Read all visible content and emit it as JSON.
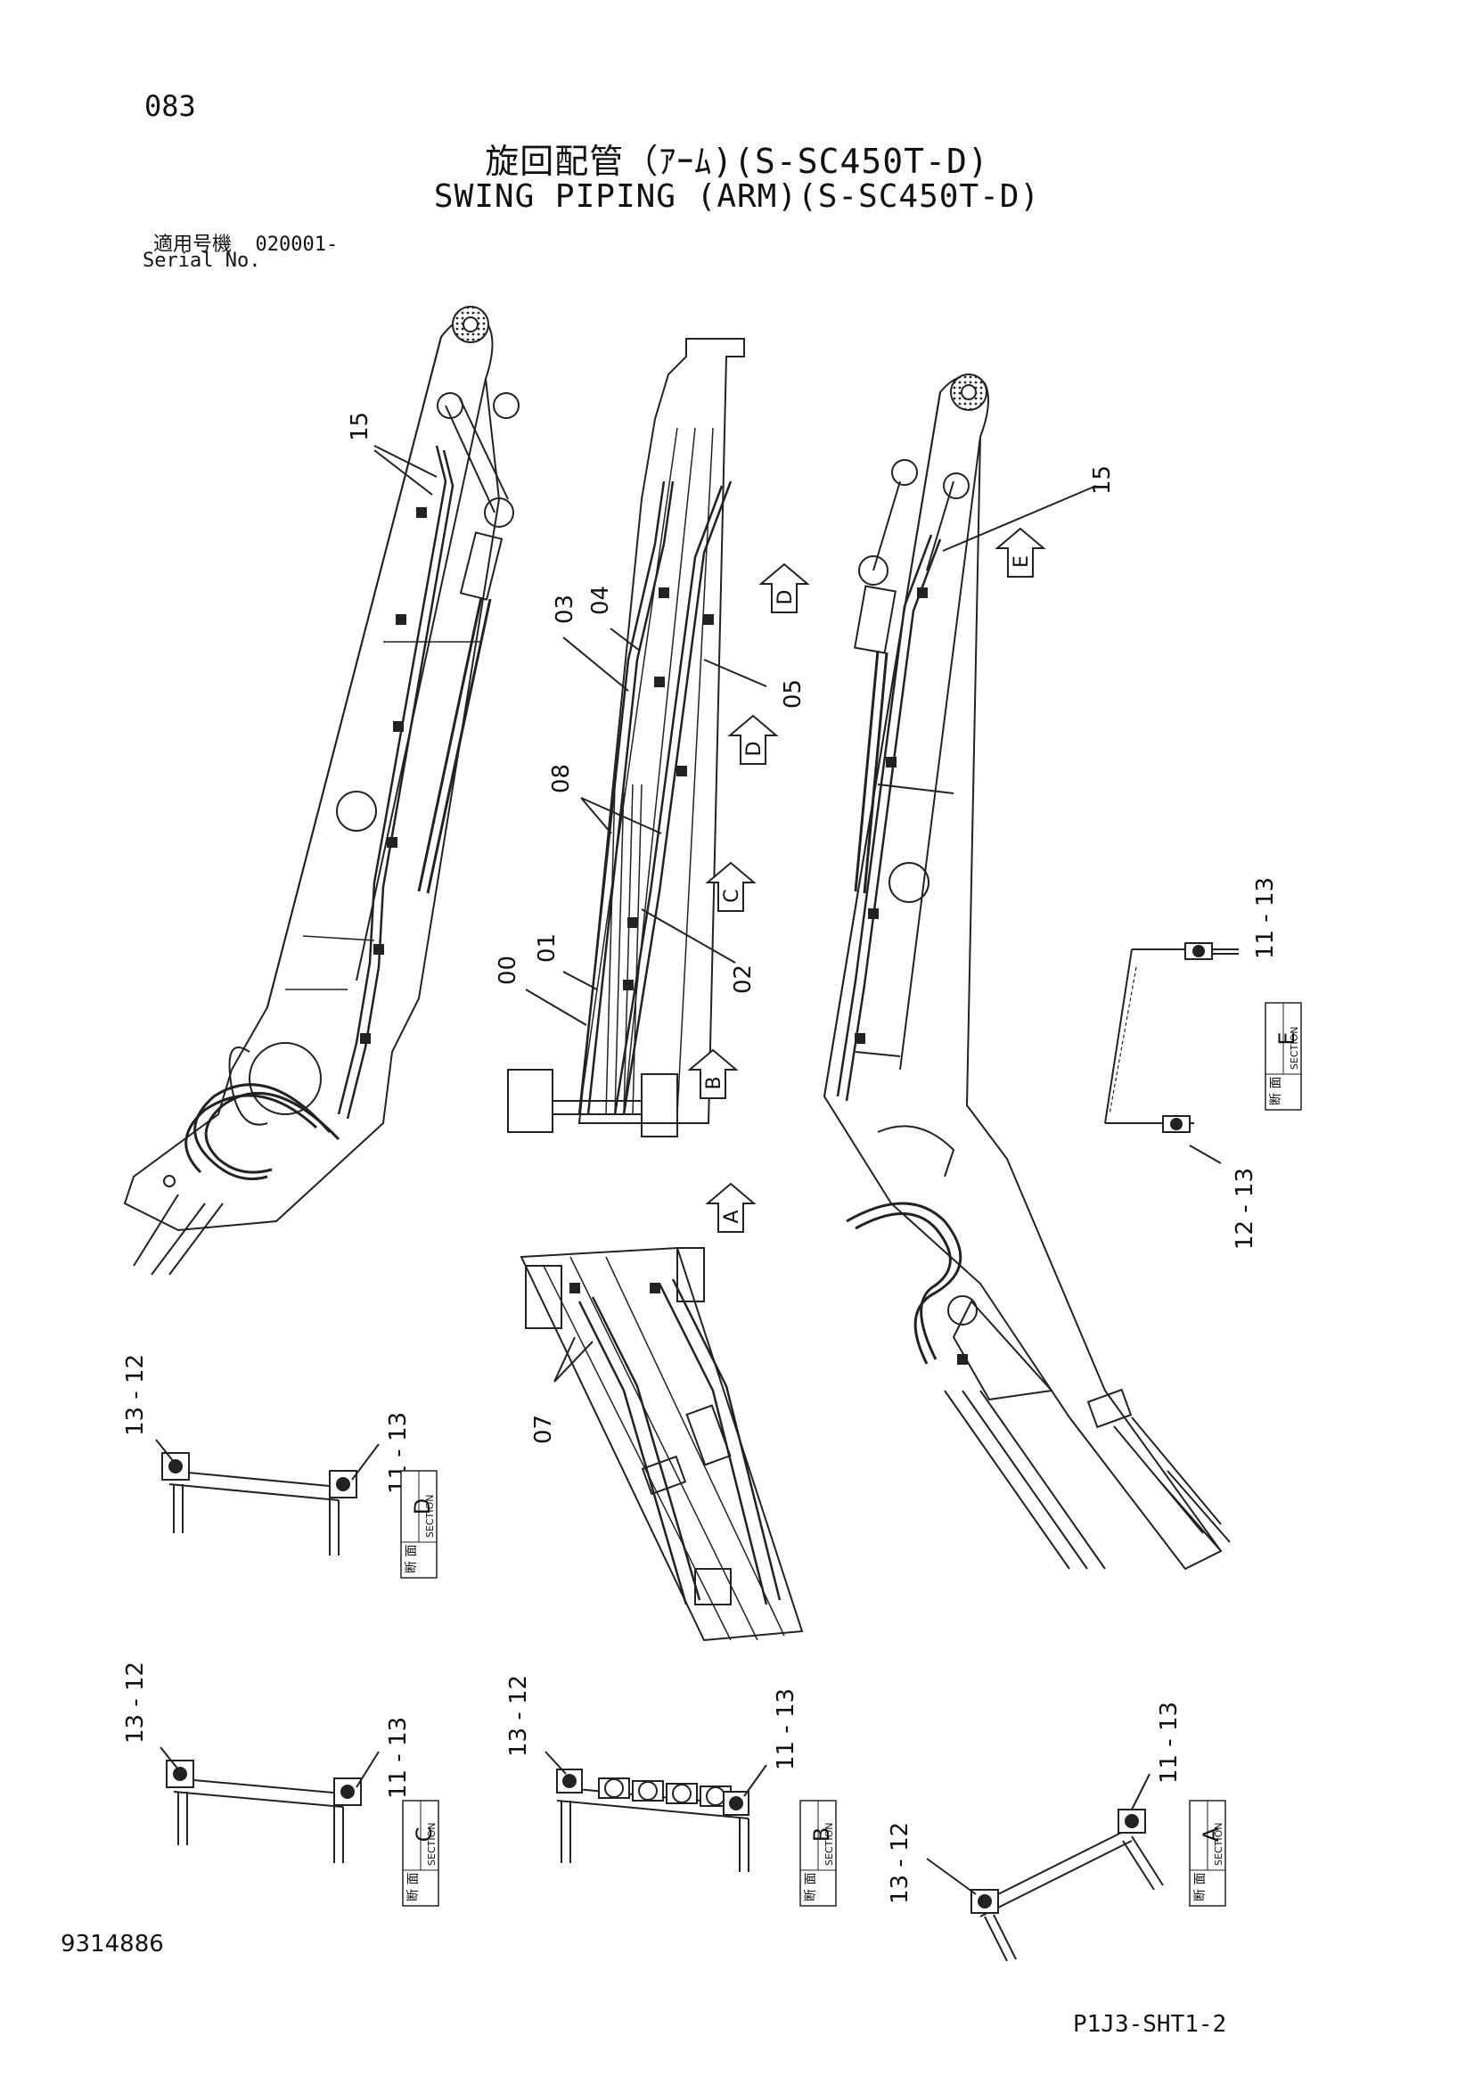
{
  "header": {
    "page_number": "083",
    "title_jp": "旋回配管（ｱｰﾑ)(S-SC450T-D)",
    "title_en": "SWING PIPING (ARM)(S-SC450T-D)",
    "serial_label_jp": "適用号機",
    "serial_value": "020001-",
    "serial_label_en": "Serial No."
  },
  "footer": {
    "document_number": "9314886",
    "sheet_code": "P1J3-SHT1-2"
  },
  "callouts": {
    "c15a": "15",
    "c15b": "15",
    "c03": "03",
    "c04": "04",
    "c05": "05",
    "c08": "08",
    "c00": "00",
    "c01": "01",
    "c02": "02",
    "c07": "07",
    "e_top": "11 - 13",
    "e_bot": "12 - 13",
    "d_left": "13 - 12",
    "d_right": "11 - 13",
    "c_left": "13 - 12",
    "c_right": "11 - 13",
    "b_left": "13 - 12",
    "b_right": "11 - 13",
    "a_left": "13 - 12",
    "a_right": "11 - 13"
  },
  "section_arrows": {
    "d1": "D",
    "d2": "D",
    "c": "C",
    "b": "B",
    "a": "A",
    "e": "E"
  },
  "section_boxes": {
    "jp": "断 面",
    "en": "SECTION",
    "e": "E",
    "d": "D",
    "c": "C",
    "b": "B",
    "a": "A"
  }
}
